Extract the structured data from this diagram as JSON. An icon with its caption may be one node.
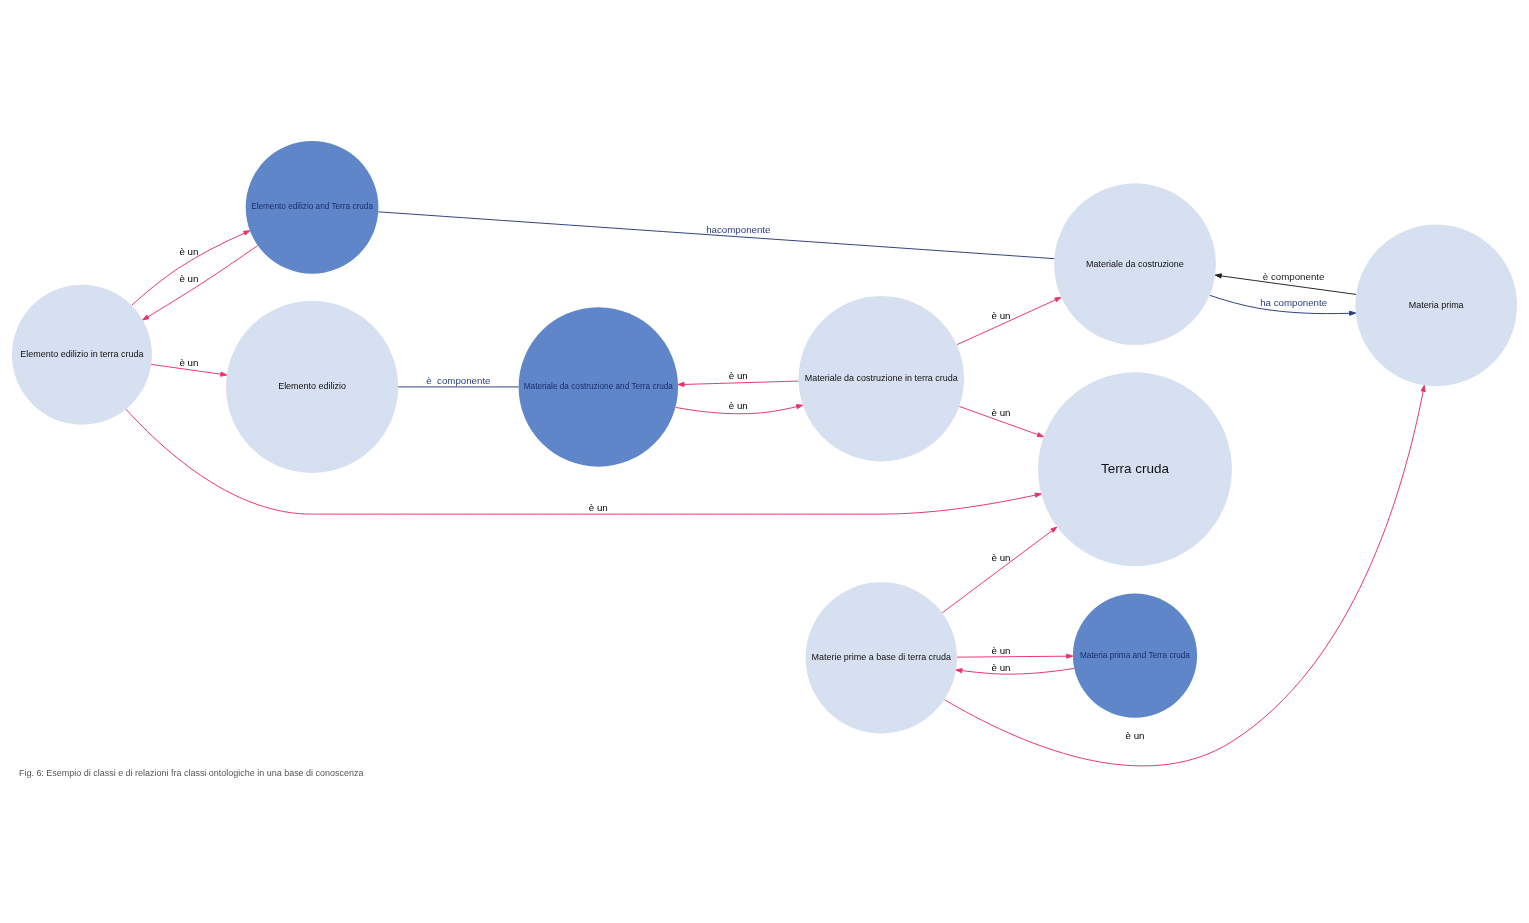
{
  "diagram": {
    "caption": "Fig. 6: Esempio di classi e di relazioni fra classi ontologiche in una base di conoscenza",
    "nodes": [
      {
        "text": [
          "Elemento edilizio in terra cruda"
        ]
      },
      {
        "text": [
          "Elemento edilizio"
        ]
      },
      {
        "text": [
          "Elemento edilizio and Terra cruda"
        ]
      },
      {
        "text": [
          "Materie prime a base di terra cruda"
        ]
      },
      {
        "text": [
          "Materiale da costruzione in terra cruda"
        ]
      },
      {
        "text": [
          "Terra cruda"
        ]
      },
      {
        "text": [
          "Materia prima and Terra cruda"
        ]
      },
      {
        "text": [
          "Materia prima"
        ]
      },
      {
        "text": [
          "Materiale da costruzione and Terra cruda"
        ]
      },
      {
        "text": [
          "Materiale da costruzione"
        ]
      }
    ],
    "edges": [
      {
        "from": 0,
        "to": 1,
        "arrow": "to",
        "label": "è un"
      },
      {
        "from": 0,
        "to": 2,
        "arrow": "to",
        "label": "è un"
      },
      {
        "from": 0,
        "to": 5,
        "arrow": "to",
        "label": "è un"
      },
      {
        "from": 2,
        "to": 0,
        "arrow": "to",
        "label": "è un"
      },
      {
        "from": 4,
        "to": 5,
        "arrow": "to",
        "label": "è un"
      },
      {
        "from": 8,
        "to": 4,
        "arrow": "to",
        "label": "è un"
      },
      {
        "from": 4,
        "to": 9,
        "arrow": "to",
        "label": "è un"
      },
      {
        "from": 4,
        "to": 8,
        "arrow": "to",
        "label": "è un"
      },
      {
        "from": 2,
        "to": 9,
        "arrow": "none",
        "label": "hacomponente",
        "color": "#2b3f7c"
      },
      {
        "from": 1,
        "to": 8,
        "arrow": "none",
        "label": "è  componente",
        "color": "#2b3f7c"
      },
      {
        "from": 9,
        "to": 7,
        "arrow": "to",
        "label": "ha componente",
        "color": "#2b3f7c"
      },
      {
        "from": 7,
        "to": 9,
        "arrow": "to",
        "label": "è componente",
        "color": "#222222"
      },
      {
        "from": 3,
        "to": 5,
        "arrow": "to",
        "label": "è un"
      },
      {
        "from": 3,
        "to": 6,
        "arrow": "to",
        "label": "è un"
      },
      {
        "from": 6,
        "to": 3,
        "arrow": "to",
        "label": "è un"
      },
      {
        "from": 3,
        "to": 7,
        "arrow": "to",
        "label": "è un"
      }
    ]
  }
}
